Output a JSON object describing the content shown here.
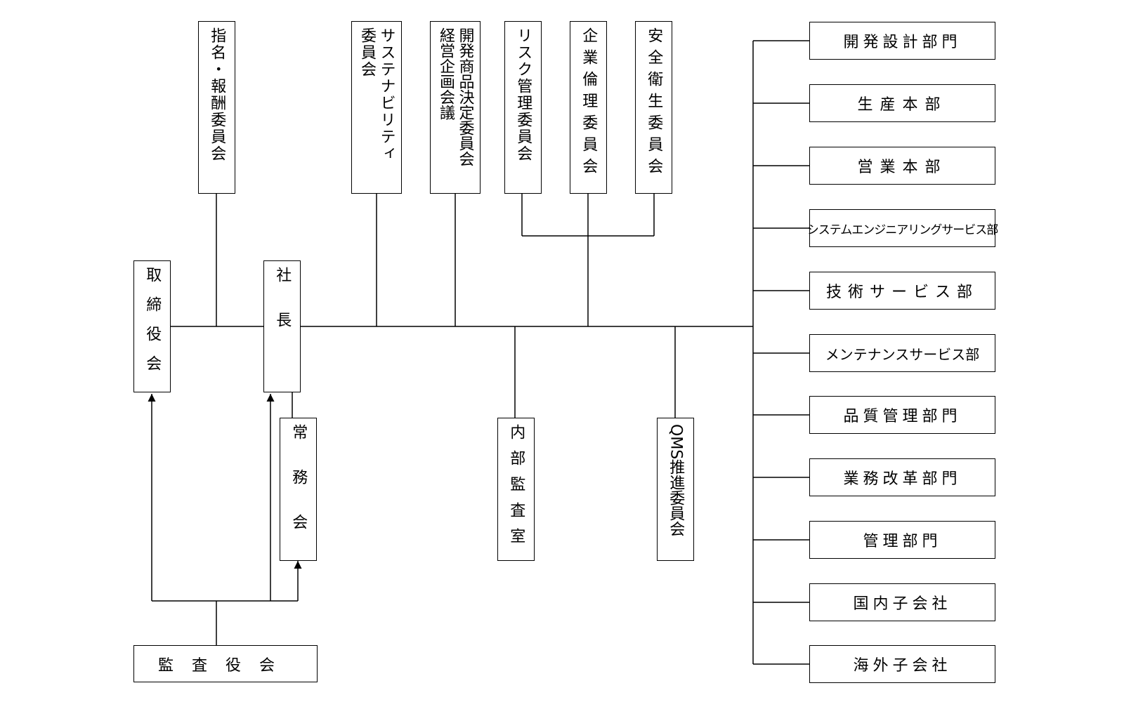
{
  "board": "取締役会",
  "president": "社長",
  "executive": "常務会",
  "auditors": "監査役会",
  "internal_audit": "内部監査室",
  "qms": "QMS推進委員会",
  "committees": {
    "nomination": "指名・報酬委員会",
    "sustainability": "サステナビリティ委員会",
    "product_mgmt": "開発商品決定委員会経営企画会議",
    "risk": "リスク管理委員会",
    "ethics": "企業倫理委員会",
    "safety": "安全衛生委員会"
  },
  "departments": [
    "開発設計部門",
    "生産本部",
    "営業本部",
    "システムエンジニアリングサービス部",
    "技術サービス部",
    "メンテナンスサービス部",
    "品質管理部門",
    "業務改革部門",
    "管理部門",
    "国内子会社",
    "海外子会社"
  ]
}
